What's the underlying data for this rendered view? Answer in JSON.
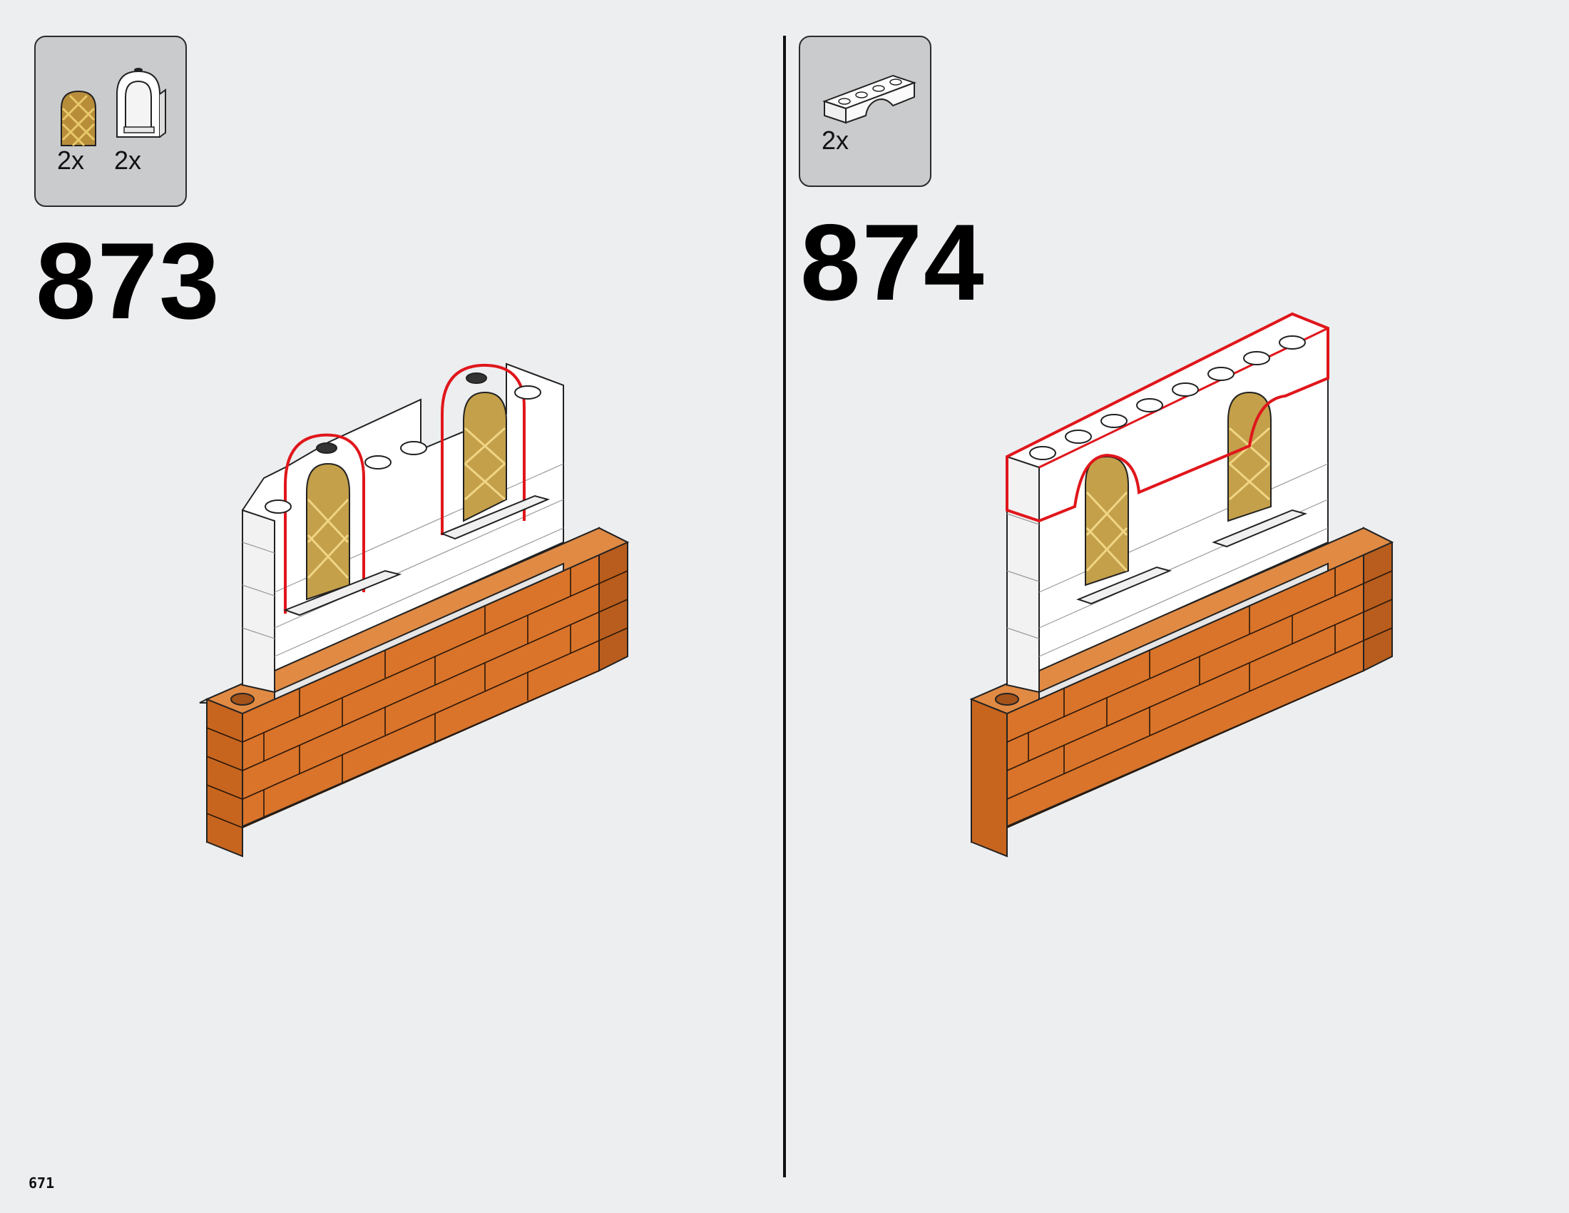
{
  "page_number": "671",
  "steps": [
    {
      "number": "873",
      "parts": [
        {
          "qty": "2x",
          "icon": "gold-lattice-window-pane-icon"
        },
        {
          "qty": "2x",
          "icon": "white-arched-window-frame-icon"
        }
      ]
    },
    {
      "number": "874",
      "parts": [
        {
          "qty": "2x",
          "icon": "white-arch-brick-icon"
        }
      ]
    }
  ],
  "colors": {
    "background": "#eceef0",
    "parts_box": "#c9cbcd",
    "brick_orange": "#d9742a",
    "highlight_red": "#e0161b",
    "window_gold": "#c4a04a"
  }
}
